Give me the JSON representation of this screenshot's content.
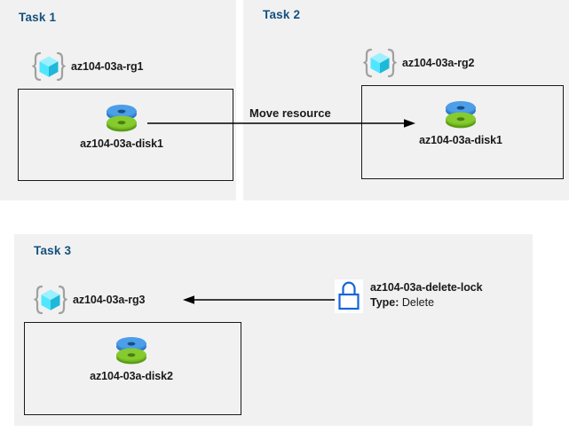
{
  "diagram": {
    "background_color": "#ffffff",
    "panel_color": "#f1f1f1",
    "title_color": "#14517e",
    "accent_blue": "#0078d4",
    "cube_cyan": "#50e6ff",
    "disk_blue": "#3a8fdc",
    "disk_green": "#76bc21"
  },
  "panels": [
    {
      "id": "task1",
      "title": "Task 1",
      "resource_group": {
        "icon": "resource-group-cube-icon",
        "label": "az104-03a-rg1"
      },
      "resource": {
        "icon": "managed-disk-icon",
        "label": "az104-03a-disk1"
      }
    },
    {
      "id": "task2",
      "title": "Task 2",
      "resource_group": {
        "icon": "resource-group-cube-icon",
        "label": "az104-03a-rg2"
      },
      "resource": {
        "icon": "managed-disk-icon",
        "label": "az104-03a-disk1"
      }
    },
    {
      "id": "task3",
      "title": "Task 3",
      "resource_group": {
        "icon": "resource-group-cube-icon",
        "label": "az104-03a-rg3"
      },
      "resource": {
        "icon": "managed-disk-icon",
        "label": "az104-03a-disk2"
      },
      "lock": {
        "icon": "padlock-icon",
        "name": "az104-03a-delete-lock",
        "type_label": "Type:",
        "type_value": "Delete"
      }
    }
  ],
  "arrows": [
    {
      "id": "move-resource-arrow",
      "caption": "Move resource",
      "direction": "right",
      "from": "az104-03a-disk1 (Task 1)",
      "to": "az104-03a-disk1 (Task 2)"
    },
    {
      "id": "lock-applies-arrow",
      "caption": "",
      "direction": "left",
      "from": "az104-03a-delete-lock",
      "to": "az104-03a-rg3"
    }
  ]
}
